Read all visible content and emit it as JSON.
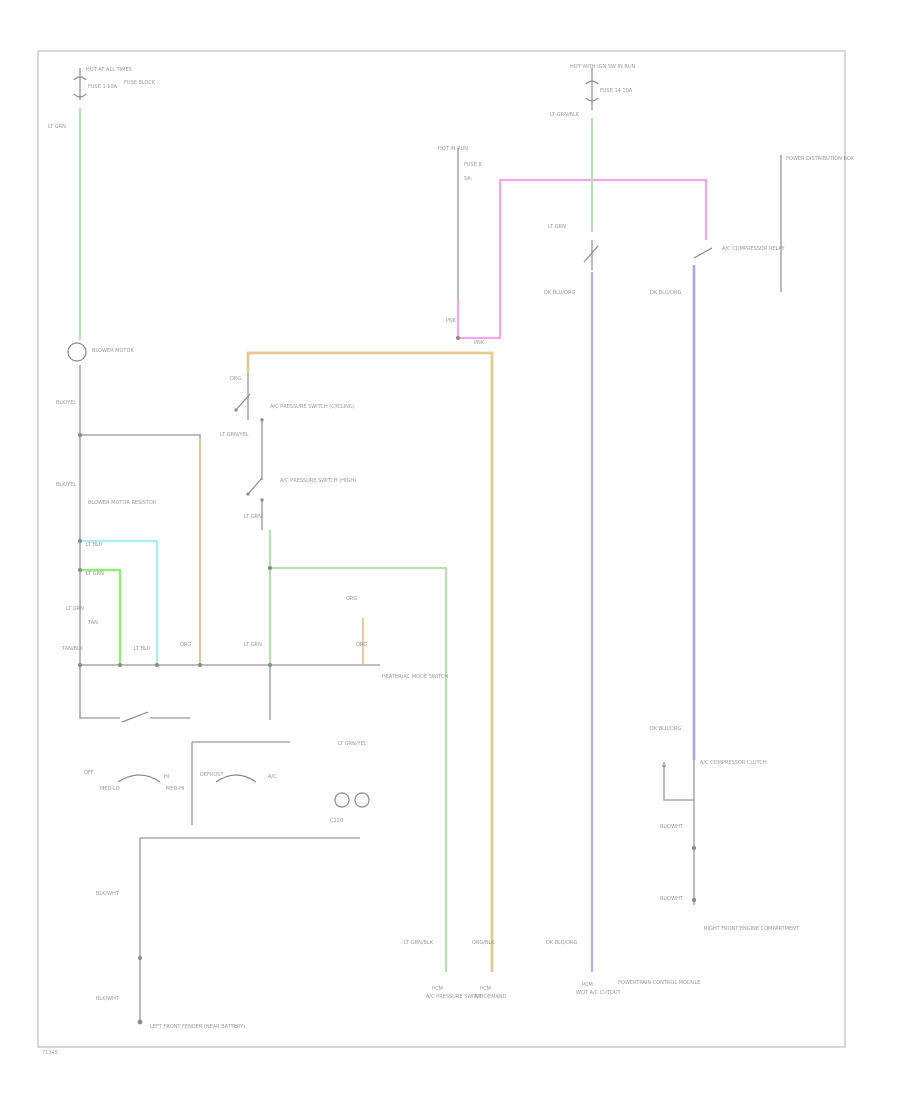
{
  "diagram": {
    "footer_code": "71345",
    "labels": [
      {
        "id": "top-left-fuse-source",
        "text": "HOT AT ALL TIMES"
      },
      {
        "id": "top-left-fuse-name",
        "text": "FUSE 1 10A"
      },
      {
        "id": "top-left-fuse-box",
        "text": "FUSE BLOCK"
      },
      {
        "id": "top-left-wire",
        "text": "LT GRN"
      },
      {
        "id": "top-center-source",
        "text": "HOT WITH IGN SW IN RUN"
      },
      {
        "id": "top-center-fuse",
        "text": "FUSE 14 10A"
      },
      {
        "id": "top-center-wire",
        "text": "LT GRN/BLK"
      },
      {
        "id": "mid-center-source",
        "text": "HOT IN RUN"
      },
      {
        "id": "mid-center-fuse",
        "text": "FUSE 8"
      },
      {
        "id": "mid-center-fuse-amp",
        "text": "5A"
      },
      {
        "id": "right-box-title",
        "text": "POWER DISTRIBUTION BOX"
      },
      {
        "id": "right-relay",
        "text": "A/C COMPRESSOR RELAY"
      },
      {
        "id": "left-wire-a",
        "text": "LT GRN"
      },
      {
        "id": "right-wire-a",
        "text": "DK BLU/ORG"
      },
      {
        "id": "right-wire-b",
        "text": "DK BLU/ORG"
      },
      {
        "id": "small-left",
        "text": "PNK"
      },
      {
        "id": "small-right",
        "text": "PNK"
      },
      {
        "id": "blower-motor",
        "text": "BLOWER MOTOR"
      },
      {
        "id": "blower-wire",
        "text": "BLK/YEL"
      },
      {
        "id": "relay-1",
        "text": "A/C PRESSURE SWITCH (CYCLING)"
      },
      {
        "id": "relay-1-wire",
        "text": "LT GRN/YEL"
      },
      {
        "id": "relay-1-wire-b",
        "text": "ORG"
      },
      {
        "id": "blower-resistor",
        "text": "BLOWER MOTOR RESISTOR"
      },
      {
        "id": "blower-resistor-wire",
        "text": "BLK/YEL"
      },
      {
        "id": "relay-2",
        "text": "A/C PRESSURE SWITCH (HIGH)"
      },
      {
        "id": "relay-2-wire",
        "text": "LT GRN"
      },
      {
        "id": "cyan-wire",
        "text": "LT BLU"
      },
      {
        "id": "green-wire",
        "text": "LT GRN"
      },
      {
        "id": "resistor-wire-a",
        "text": "LT GRN"
      },
      {
        "id": "resistor-wire-b",
        "text": "TAN"
      },
      {
        "id": "bottom-left-wire",
        "text": "TAN/BLK"
      },
      {
        "id": "bottom-left-wire-b",
        "text": "LT BLU"
      },
      {
        "id": "bottom-left-wire-c",
        "text": "ORG"
      },
      {
        "id": "bottom-mid-wire",
        "text": "LT GRN"
      },
      {
        "id": "orange-small",
        "text": "ORG"
      },
      {
        "id": "orange-small-b",
        "text": "ORG"
      },
      {
        "id": "mode-switch",
        "text": "HEATER/AC MODE SWITCH"
      },
      {
        "id": "blower-switch-1",
        "text": "OFF"
      },
      {
        "id": "blower-switch-2",
        "text": "HI"
      },
      {
        "id": "blower-switch-3",
        "text": "MED-LO"
      },
      {
        "id": "blower-switch-4",
        "text": "MED-HI"
      },
      {
        "id": "defrost-switch",
        "text": "DEFROST"
      },
      {
        "id": "ac-switch",
        "text": "A/C"
      },
      {
        "id": "compressor-clutch",
        "text": "A/C COMPRESSOR CLUTCH"
      },
      {
        "id": "compressor-wire",
        "text": "DK BLU/ORG"
      },
      {
        "id": "ground-a",
        "text": "BLK/WHT"
      },
      {
        "id": "ground-b",
        "text": "BLK/WHT"
      },
      {
        "id": "bottom-ground-1",
        "text": "BLK/WHT"
      },
      {
        "id": "bottom-ground-2",
        "text": "BLK/WHT"
      },
      {
        "id": "bottom-ground-desc",
        "text": "LEFT FRONT FENDER (NEAR BATTERY)"
      },
      {
        "id": "pcm-1",
        "text": "PCM"
      },
      {
        "id": "pcm-1-desc",
        "text": "A/C PRESSURE SWITCH"
      },
      {
        "id": "pcm-2",
        "text": "PCM"
      },
      {
        "id": "pcm-2-desc",
        "text": "A/C DEMAND"
      },
      {
        "id": "pcm-3",
        "text": "PCM"
      },
      {
        "id": "pcm-3-desc",
        "text": "WOT A/C CUTOUT"
      },
      {
        "id": "pcm-3-note",
        "text": "POWERTRAIN CONTROL MODULE"
      },
      {
        "id": "right-ground-desc",
        "text": "RIGHT FRONT ENGINE COMPARTMENT"
      },
      {
        "id": "pcm-wire-1",
        "text": "LT GRN/BLK"
      },
      {
        "id": "pcm-wire-2",
        "text": "ORG/BLK"
      },
      {
        "id": "pcm-wire-3",
        "text": "DK BLU/ORG"
      },
      {
        "id": "center-small",
        "text": "LT GRN/YEL"
      },
      {
        "id": "center-connector",
        "text": "C220"
      }
    ]
  }
}
